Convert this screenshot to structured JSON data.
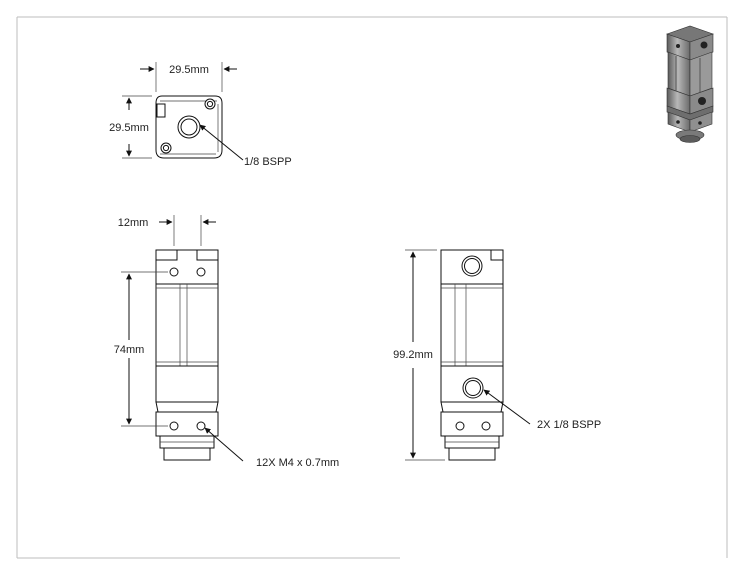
{
  "drawing": {
    "border_color": "#bdbdbd",
    "line_color": "#111111"
  },
  "top_view": {
    "width_dim": "29.5mm",
    "height_dim": "29.5mm",
    "port_callout": "1/8 BSPP"
  },
  "front_view": {
    "top_dim": "12mm",
    "length_dim": "74mm",
    "thread_callout": "12X M4 x 0.7mm"
  },
  "side_view": {
    "length_dim": "99.2mm",
    "port_callout": "2X 1/8 BSPP"
  },
  "iso_view": {
    "icon": "isometric-valve-render"
  }
}
